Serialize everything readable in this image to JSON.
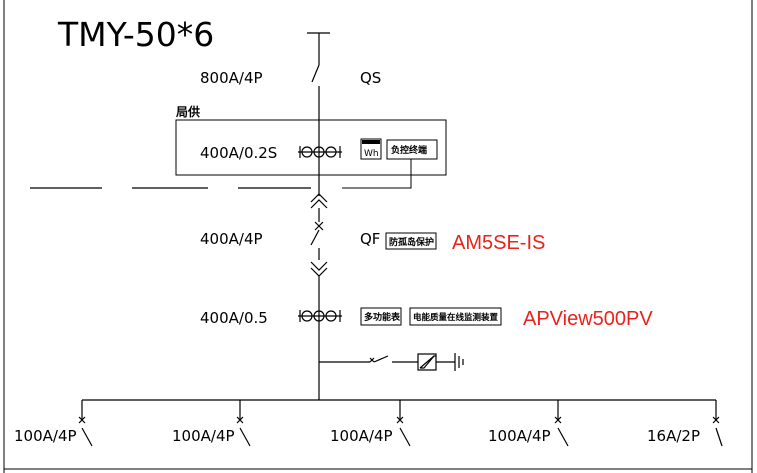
{
  "title": "TMY-50*6",
  "main_switch": {
    "rating": "800A/4P",
    "name": "QS"
  },
  "local_supply_label": "局供",
  "metering": {
    "rating": "400A/0.2S",
    "meter": "Wh",
    "terminal": "负控终端"
  },
  "breaker": {
    "rating": "400A/4P",
    "name": "QF",
    "protection": "防孤岛保护",
    "model": "AM5SE-IS"
  },
  "monitoring": {
    "rating": "400A/0.5",
    "meter": "多功能表",
    "device": "电能质量在线监测装置",
    "model": "APView500PV"
  },
  "feeders": [
    {
      "rating": "100A/4P"
    },
    {
      "rating": "100A/4P"
    },
    {
      "rating": "100A/4P"
    },
    {
      "rating": "100A/4P"
    },
    {
      "rating": "16A/2P"
    }
  ],
  "colors": {
    "line": "#000000",
    "model_text": "#e8231c",
    "background": "#ffffff"
  }
}
